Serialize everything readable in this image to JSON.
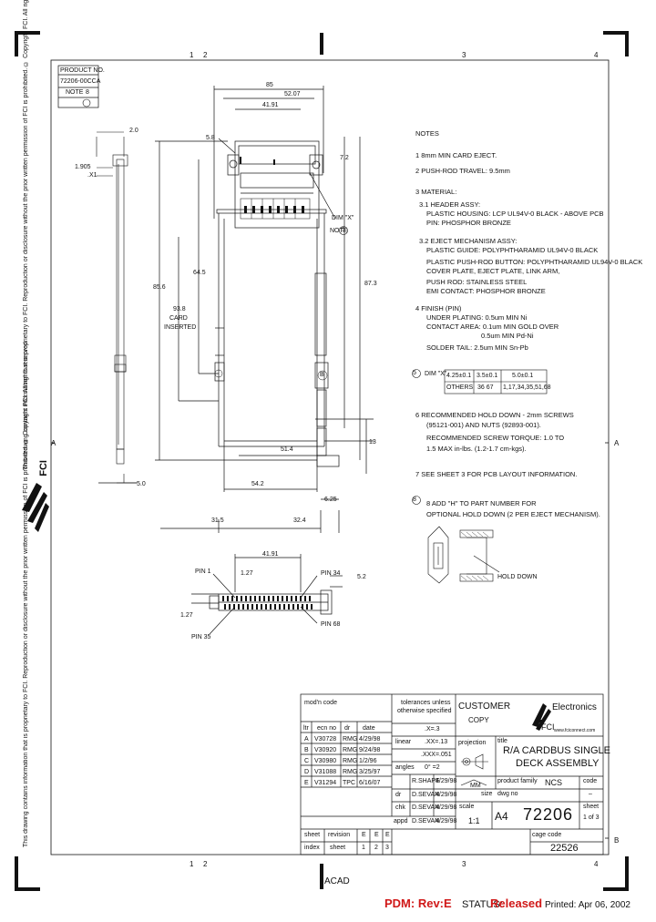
{
  "grid": {
    "top": [
      "1",
      "2",
      "3",
      "4"
    ],
    "bottom": [
      "1",
      "2",
      "3",
      "4"
    ],
    "left": [
      "A"
    ],
    "right": [
      "A",
      "B"
    ]
  },
  "product_box": {
    "label": "PRODUCT NO.",
    "number": "72206-00CCA",
    "note": "NOTE"
  },
  "left_margin": {
    "copyright_text": "This drawing contains information that is proprietary to FCI. Reproduction or disclosure without the prior written permission of FCI is prohibited. © Copyright FCI. All rights reserved.",
    "logo_text": "FCI"
  },
  "dims": {
    "d85": "85",
    "d52": "52.07",
    "d41": "41.91",
    "d58": "5.8",
    "d72": "7.2",
    "d20": "2.0",
    "d1905": "1.905",
    "d1905b": ".X1",
    "dim_x": "DIM \"X\"",
    "note5": "NOTE",
    "d856": "85.6",
    "d938": "93.8",
    "card": "CARD",
    "inserted": "INSERTED",
    "d645": "64.5",
    "d873": "87.3",
    "d13": "13",
    "d514": "51.4",
    "d542": "54.2",
    "d625": "6.25",
    "d50": "5.0",
    "d315": "31.5",
    "d324": "32.4",
    "d4191b": "41.91",
    "d127": "1.27",
    "d127b": "1.27",
    "d52b": "5.2",
    "pin1": "PIN 1",
    "pin34": "PIN 34",
    "pin35": "PIN 35",
    "pin68": "PIN 68",
    "hold_down": "HOLD DOWN"
  },
  "notes": {
    "title": "NOTES",
    "lines": [
      "1  8mm MIN CARD EJECT.",
      "2  PUSH-ROD TRAVEL: 9.5mm",
      "3  MATERIAL:",
      "3.1 HEADER ASSY:",
      "PLASTIC HOUSING: LCP UL94V-0 BLACK - ABOVE PCB",
      "PIN: PHOSPHOR BRONZE",
      "3.2 EJECT MECHANISM ASSY:",
      "PLASTIC GUIDE: POLYPHTHARAMID UL94V-0 BLACK",
      "PLASTIC PUSH-ROD BUTTON: POLYPHTHARAMID UL94V-0 BLACK",
      "COVER PLATE, EJECT PLATE, LINK ARM,",
      "PUSH ROD: STAINLESS STEEL",
      "EMI CONTACT: PHOSPHOR BRONZE",
      "4  FINISH (PIN)",
      "UNDER PLATING: 0.5um MIN Ni",
      "CONTACT AREA: 0.1um MIN GOLD OVER",
      "0.5um MIN Pd-Ni",
      "SOLDER TAIL:   2.5um MIN Sn-Pb"
    ],
    "dim_table": {
      "label": "DIM \"X\"",
      "h1": "4.25±0.1",
      "h2": "3.5±0.1",
      "h3": "5.0±0.1",
      "r_label": "OTHERS",
      "v2": "36 67",
      "v3": "1,17,34,35,51,68"
    },
    "lines2": [
      "6  RECOMMENDED HOLD DOWN - 2mm SCREWS",
      "(95121-001) AND NUTS (92893-001).",
      "RECOMMENDED SCREW TORQUE: 1.0 TO",
      "1.5 MAX in-lbs. (1.2-1.7 cm-kgs).",
      "7  SEE SHEET 3 FOR PCB LAYOUT INFORMATION.",
      "8  ADD \"H\" TO PART NUMBER FOR",
      "OPTIONAL HOLD DOWN (2 PER EJECT MECHANISM)."
    ]
  },
  "title_block": {
    "mod_code": "mod'n code",
    "rev_headers": [
      "ltr",
      "ecn no",
      "dr",
      "date"
    ],
    "revisions": [
      [
        "A",
        "V30728",
        "RMG",
        "4/29/98"
      ],
      [
        "B",
        "V30920",
        "RMG",
        "9/24/98"
      ],
      [
        "C",
        "V30980",
        "RMG",
        "1/2/96"
      ],
      [
        "D",
        "V31088",
        "RMG",
        "3/25/97"
      ],
      [
        "E",
        "V31294",
        "TPC",
        "6/16/07"
      ]
    ],
    "tolerances": "tolerances unless",
    "tolerances2": "otherwise specified",
    "tol_rows": [
      [
        ".X=.3",
        ""
      ],
      [
        "linear",
        ".XX=.13"
      ],
      [
        "",
        ".XXX=.051"
      ],
      [
        "angles",
        "0° =2"
      ]
    ],
    "sign_rows": [
      [
        "",
        "R.SHAPE",
        "4/29/98"
      ],
      [
        "dr",
        "D.SEVAN",
        "4/29/98"
      ],
      [
        "chk",
        "D.SEVAN",
        "4/29/98"
      ],
      [
        "appd",
        "D.SEVAN",
        "4/29/98"
      ]
    ],
    "customer": "CUSTOMER",
    "copy": "COPY",
    "company": "Electronics",
    "company2": "FCI",
    "website": "www.fciconnect.com",
    "projection": "projection",
    "title_label": "title",
    "title1": "R/A CARDBUS SINGLE",
    "title2": "DECK ASSEMBLY",
    "mm": "MM",
    "product_family": "product family",
    "product_family_val": "NCS",
    "code": "code",
    "code_val": "–",
    "size": "size",
    "dwg_no": "dwg no",
    "size_val": "A4",
    "dwg_val": "72206",
    "scale": "scale",
    "scale_val": "1:1",
    "sheet": "sheet",
    "sheet_val": "1 of 3",
    "rev_row_labels": [
      "sheet",
      "revision",
      "index",
      "sheet"
    ],
    "rev_row_vals": [
      "E",
      "E",
      "E"
    ],
    "idx_row_vals": [
      "1",
      "2",
      "3"
    ],
    "cage_code": "cage code",
    "cage_val": "22526",
    "acad": "ACAD"
  },
  "footer": {
    "pdm": "PDM: Rev:E",
    "status_label": "STATUS:",
    "status_val": "Released",
    "printed": "Printed: Apr 06, 2002"
  }
}
